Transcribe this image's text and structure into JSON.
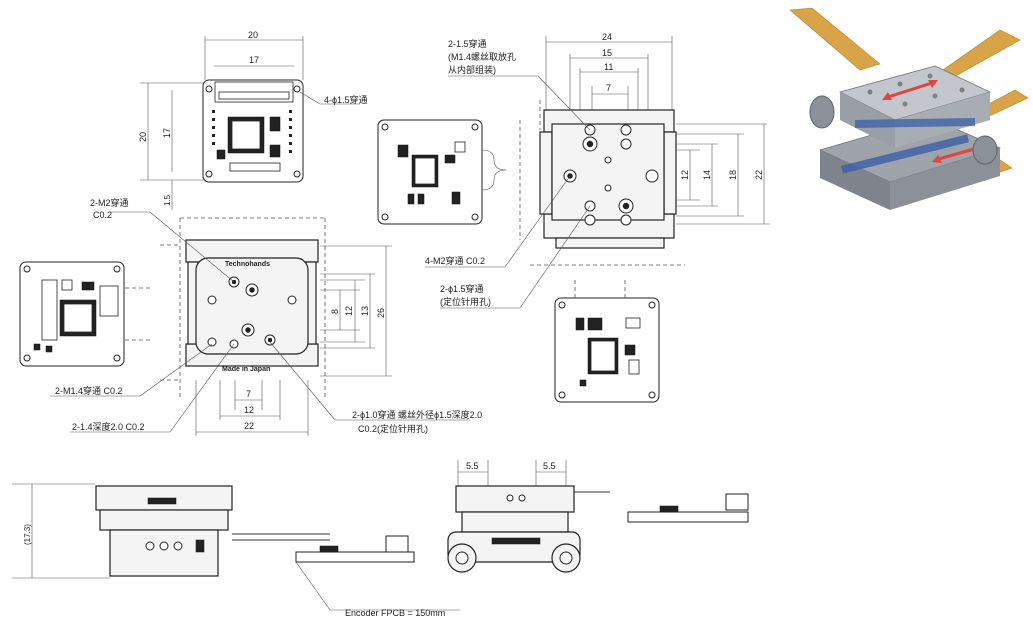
{
  "top_view": {
    "dims": {
      "d20w": "20",
      "d17w": "17",
      "d20h": "20",
      "d17h": "17",
      "d15": "1.5"
    },
    "hole_note": "4-ϕ1.5穿通"
  },
  "front_view": {
    "m2_note": "2-M2穿通",
    "m2_chamfer": "C0.2",
    "marking_top": "Technohands",
    "marking_bottom": "Made in Japan",
    "m14_note": "2-M1.4穿通  C0.2",
    "depth_note": "2-1.4深度2.0  C0.2",
    "pin_note_line1": "2-ϕ1.0穿通  螺丝外径ϕ1.5深度2.0",
    "pin_note_line2": "C0.2(定位针用孔)",
    "dims": {
      "d7": "7",
      "d12": "12",
      "d22": "22",
      "d8": "8",
      "d12v": "12",
      "d13": "13",
      "d26": "26"
    }
  },
  "right_view": {
    "m15_note_line1": "2-1.5穿通",
    "m15_note_line2": "(M1.4螺丝取放孔",
    "m15_note_line3": "从内部组装)",
    "m2_note": "4-M2穿通  C0.2",
    "pin_note_line1": "2-ϕ1.5穿通",
    "pin_note_line2": "(定位针用孔)",
    "dims": {
      "d24": "24",
      "d15": "15",
      "d11": "11",
      "d7": "7",
      "d12": "12",
      "d14": "14",
      "d18": "18",
      "d22": "22"
    }
  },
  "side_view": {
    "height_dim": "(17.3)",
    "d55a": "5.5",
    "d55b": "5.5",
    "fpcb_note": "Encoder FPCB = 150mm"
  },
  "photo": {
    "colors": {
      "bg": "#ffffff",
      "metal": "#b9bcc2",
      "cable": "#d9a347",
      "arrow": "#e0463a",
      "blue": "#3a5fa8"
    }
  }
}
